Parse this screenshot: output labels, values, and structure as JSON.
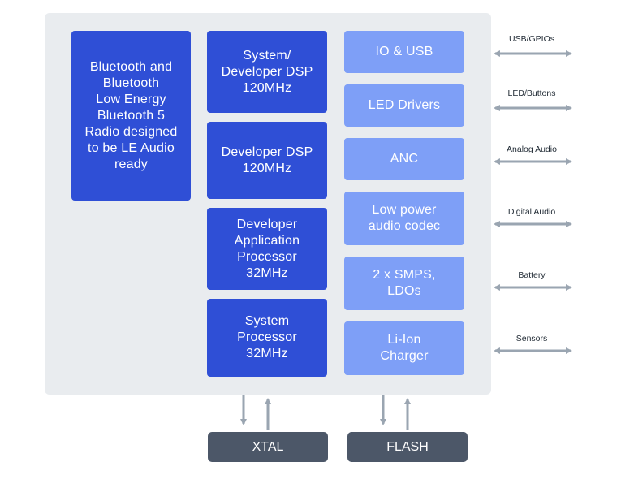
{
  "blocks": {
    "bluetooth": "Bluetooth and\nBluetooth\nLow Energy\nBluetooth 5\nRadio designed\nto be LE Audio\nready",
    "system_dsp": "System/\nDeveloper DSP\n120MHz",
    "developer_dsp": "Developer DSP\n120MHz",
    "app_processor": "Developer\nApplication\nProcessor\n32MHz",
    "system_processor": "System\nProcessor\n32MHz",
    "io_usb": "IO & USB",
    "led_drivers": "LED Drivers",
    "anc": "ANC",
    "audio_codec": "Low power\naudio codec",
    "smps": "2 x SMPS,\nLDOs",
    "charger": "Li-Ion\nCharger"
  },
  "external": {
    "xtal": "XTAL",
    "flash": "FLASH"
  },
  "signals": {
    "usb_gpios": "USB/GPIOs",
    "led_buttons": "LED/Buttons",
    "analog_audio": "Analog Audio",
    "digital_audio": "Digital Audio",
    "battery": "Battery",
    "sensors": "Sensors"
  },
  "colors": {
    "chip_background": "#e9ecef",
    "core_block": "#2f4fd6",
    "peripheral_block": "#7e9ff7",
    "external_block": "#4c5768",
    "arrow": "#9aa5b1"
  }
}
